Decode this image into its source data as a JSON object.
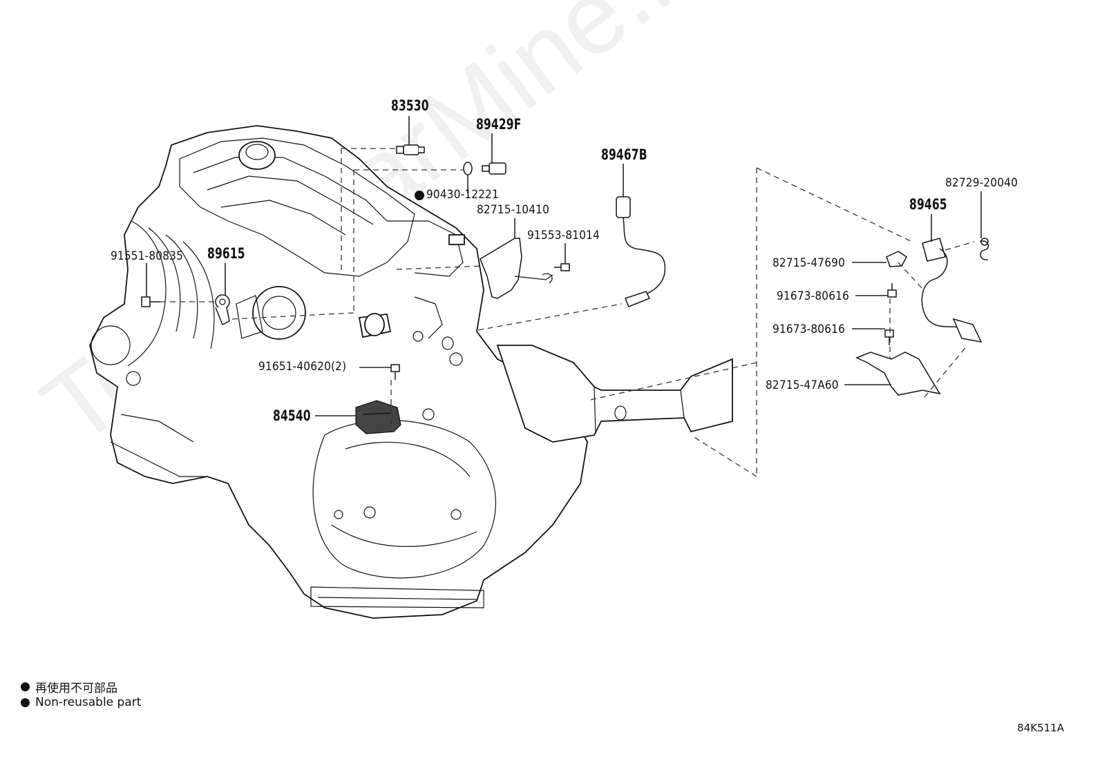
{
  "watermark": "ToyotaCarMine.ru",
  "diagram_code": "84K511A",
  "legend": {
    "line_jp": "再使用不可部品",
    "line_en": "Non-reusable part"
  },
  "callouts": {
    "p83530": "83530",
    "p89429F": "89429F",
    "p90430": "90430-12221",
    "p82715_10410": "82715-10410",
    "p89467B": "89467B",
    "p91553": "91553-81014",
    "p91551": "91551-80835",
    "p89615": "89615",
    "p91651": "91651-40620(2)",
    "p84540": "84540",
    "p82729": "82729-20040",
    "p89465": "89465",
    "p82715_47690": "82715-47690",
    "p91673_a": "91673-80616",
    "p91673_b": "91673-80616",
    "p82715_47A60": "82715-47A60"
  }
}
